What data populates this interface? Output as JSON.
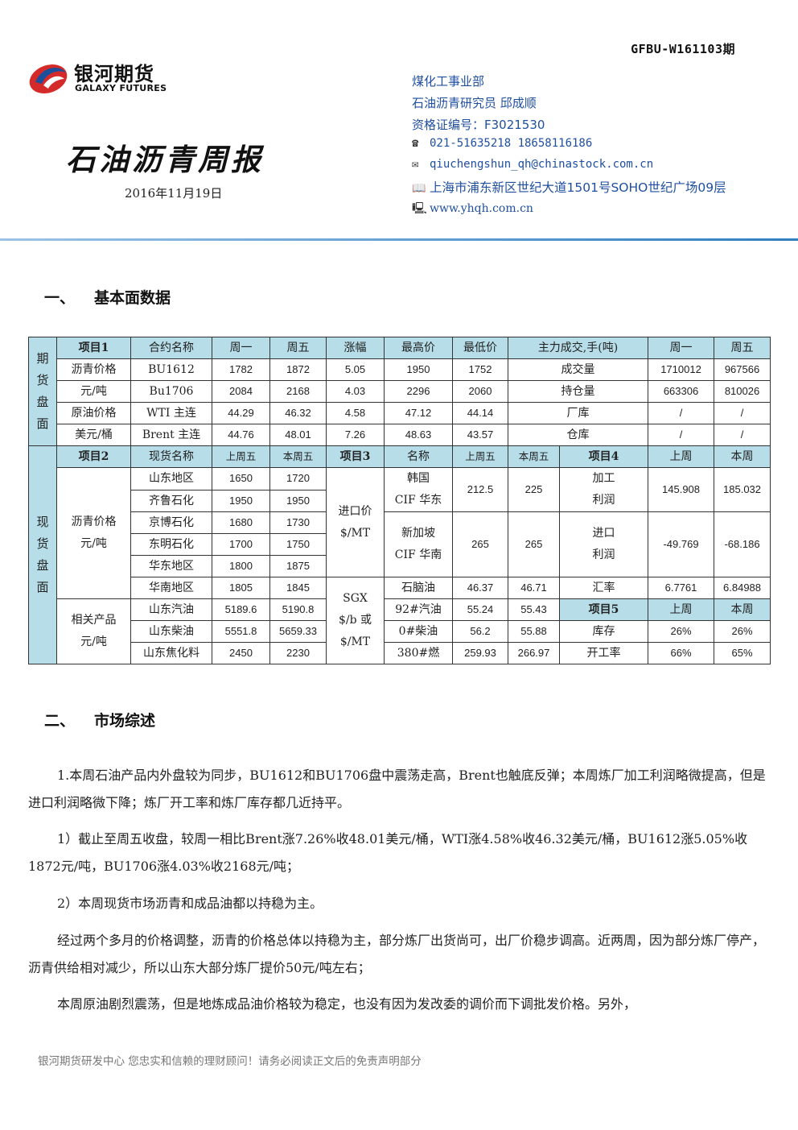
{
  "header": {
    "issue": "GFBU-W161103期",
    "logo_cn": "银河期货",
    "logo_en": "GALAXY FUTURES",
    "title": "石油沥青周报",
    "date": "2016年11月19日",
    "department": "煤化工事业部",
    "researcher": "石油沥青研究员 邱成顺",
    "certificate": "资格证编号：F3021530",
    "phone": "021-51635218   18658116186",
    "email": "qiuchengshun_qh@chinastock.com.cn",
    "address": "上海市浦东新区世纪大道1501号SOHO世纪广场09层",
    "website": "www.yhqh.com.cn",
    "rule_color": "#2f7fc1"
  },
  "section1": {
    "num": "一、",
    "title": "基本面数据"
  },
  "table": {
    "header_color": "#b6dde8",
    "futures_label": [
      "期",
      "货",
      "盘",
      "面"
    ],
    "spot_label": [
      "现",
      "货",
      "盘",
      "面"
    ],
    "h1": [
      "项目1",
      "合约名称",
      "周一",
      "周五",
      "涨幅",
      "最高价",
      "最低价",
      "主力成交,手(吨)",
      "周一",
      "周五"
    ],
    "f_rows": [
      [
        "沥青价格",
        "BU1612",
        "1782",
        "1872",
        "5.05",
        "1950",
        "1752",
        "成交量",
        "1710012",
        "967566"
      ],
      [
        "元/吨",
        "Bu1706",
        "2084",
        "2168",
        "4.03",
        "2296",
        "2060",
        "持仓量",
        "663306",
        "810026"
      ],
      [
        "原油价格",
        "WTI 主连",
        "44.29",
        "46.32",
        "4.58",
        "47.12",
        "44.14",
        "厂库",
        "/",
        "/"
      ],
      [
        "美元/桶",
        "Brent 主连",
        "44.76",
        "48.01",
        "7.26",
        "48.63",
        "43.57",
        "仓库",
        "/",
        "/"
      ]
    ],
    "h2": [
      "项目2",
      "现货名称",
      "上周五",
      "本周五",
      "项目3",
      "名称",
      "上周五",
      "本周五",
      "项目4",
      "上周",
      "本周"
    ],
    "asphalt_label": [
      "沥青价格",
      "元/吨"
    ],
    "asphalt_rows": [
      [
        "山东地区",
        "1650",
        "1720"
      ],
      [
        "齐鲁石化",
        "1950",
        "1950"
      ],
      [
        "京博石化",
        "1680",
        "1730"
      ],
      [
        "东明石化",
        "1700",
        "1750"
      ],
      [
        "华东地区",
        "1800",
        "1875"
      ],
      [
        "华南地区",
        "1805",
        "1845"
      ]
    ],
    "import_label": [
      "进口价",
      "$/MT"
    ],
    "korea": {
      "name": [
        "韩国",
        "CIF 华东"
      ],
      "last": "212.5",
      "this": "225"
    },
    "singapore": {
      "name": [
        "新加坡",
        "CIF 华南"
      ],
      "last": "265",
      "this": "265"
    },
    "processing": {
      "name": [
        "加工",
        "利润"
      ],
      "last": "145.908",
      "this": "185.032"
    },
    "import_profit": {
      "name": [
        "进口",
        "利润"
      ],
      "last": "-49.769",
      "this": "-68.186"
    },
    "naphtha": [
      "石脑油",
      "46.37",
      "46.71"
    ],
    "fx": [
      "汇率",
      "6.7761",
      "6.84988"
    ],
    "related_label": [
      "相关产品",
      "元/吨"
    ],
    "related_rows": [
      [
        "山东汽油",
        "5189.6",
        "5190.8"
      ],
      [
        "山东柴油",
        "5551.8",
        "5659.33"
      ],
      [
        "山东焦化料",
        "2450",
        "2230"
      ]
    ],
    "sgx_label": [
      "SGX",
      "$/b 或",
      "$/MT"
    ],
    "sgx_rows": [
      [
        "92#汽油",
        "55.24",
        "55.43"
      ],
      [
        "0#柴油",
        "56.2",
        "55.88"
      ],
      [
        "380#燃",
        "259.93",
        "266.97"
      ]
    ],
    "h5": [
      "项目5",
      "上周",
      "本周"
    ],
    "item5_rows": [
      [
        "库存",
        "26%",
        "26%"
      ],
      [
        "开工率",
        "66%",
        "65%"
      ]
    ]
  },
  "section2": {
    "num": "二、",
    "title": "市场综述"
  },
  "paragraphs": [
    "1.本周石油产品内外盘较为同步，BU1612和BU1706盘中震荡走高，Brent也触底反弹；本周炼厂加工利润略微提高，但是进口利润略微下降；炼厂开工率和炼厂库存都几近持平。",
    "1）截止至周五收盘，较周一相比Brent涨7.26%收48.01美元/桶，WTI涨4.58%收46.32美元/桶，BU1612涨5.05%收1872元/吨，BU1706涨4.03%收2168元/吨；",
    "2）本周现货市场沥青和成品油都以持稳为主。",
    "经过两个多月的价格调整，沥青的价格总体以持稳为主，部分炼厂出货尚可，出厂价稳步调高。近两周，因为部分炼厂停产，沥青供给相对减少，所以山东大部分炼厂提价50元/吨左右；",
    "本周原油剧烈震荡，但是地炼成品油价格较为稳定，也没有因为发改委的调价而下调批发价格。另外，"
  ],
  "footer": "银河期货研发中心  您忠实和信赖的理财顾问！请务必阅读正文后的免责声明部分"
}
